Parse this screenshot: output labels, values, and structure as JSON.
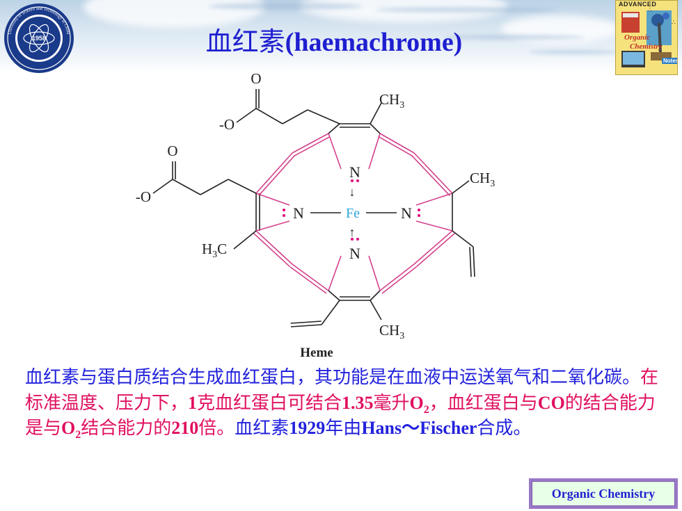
{
  "header": {
    "title_cn": "血红素",
    "title_en": "(haemachrome)"
  },
  "logo": {
    "icon": "university-seal-icon",
    "year": "1958",
    "ring_text": "University of Science and Technology of China"
  },
  "badge": {
    "icon": "advanced-organic-chemistry-notes-icon",
    "advanced": "ADVANCED",
    "organic": "Organic",
    "chemistry": "Chemistry",
    "notes": "Notes"
  },
  "diagram": {
    "caption": "Heme",
    "labels": {
      "n_top": "N",
      "n_left": "N",
      "n_right": "N",
      "n_bottom": "N",
      "fe": "Fe",
      "ch3_top": "CH3",
      "ch3_right": "CH3",
      "h3c_left": "H3C",
      "ch3_bottom": "CH3",
      "o_top": "O",
      "o_minus_top": "-O",
      "o_mid": "O",
      "o_minus_mid": "-O"
    },
    "colors": {
      "bond": "#222222",
      "ring": "#d4418c",
      "lone_pair": "#e0007a",
      "fe": "#2aa6d6"
    }
  },
  "body": {
    "seg1": "血红素与蛋白质结合生成血红蛋白，其功能是在血液中运送氧气和二氧化碳。",
    "seg2": "在标准温度、压力下，",
    "seg3": "1",
    "seg4": "克血红蛋白可结合",
    "seg5": "1.35",
    "seg6": "毫升",
    "seg7": "O",
    "seg8": "2",
    "seg9": "，血红蛋白与",
    "seg10": "CO",
    "seg11": "的结合能力是与",
    "seg12": "O",
    "seg13": "2",
    "seg14": "结合能力的",
    "seg15": "210",
    "seg16": "倍。",
    "seg17": "血红素",
    "seg18": "1929",
    "seg19": "年由",
    "seg20": "Hans～Fischer",
    "seg21": "合成。"
  },
  "footer": {
    "label": "Organic Chemistry"
  }
}
